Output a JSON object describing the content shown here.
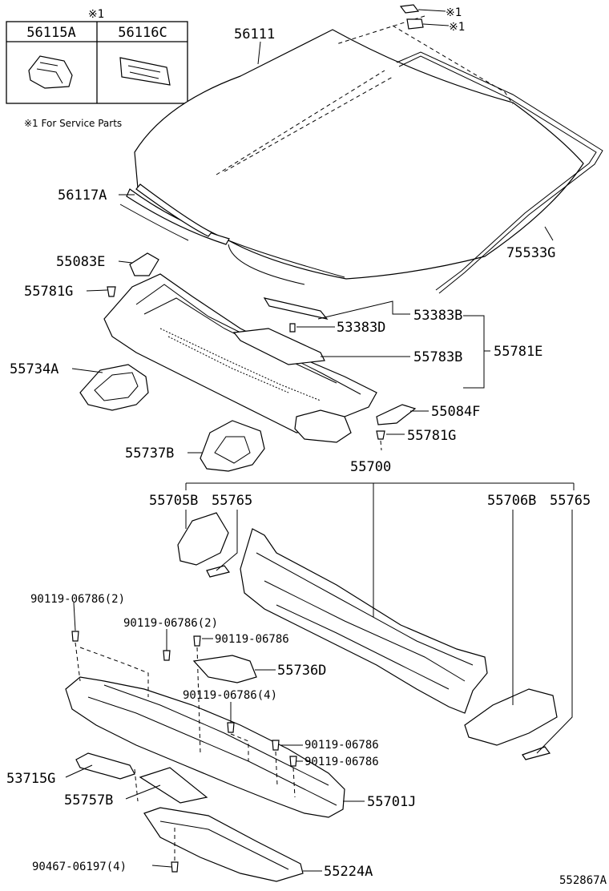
{
  "note_box": {
    "marker": "※1",
    "col1": "56115A",
    "col2": "56116C",
    "footnote": "※1 For Service Parts"
  },
  "labels": {
    "p56111": "56111",
    "p56117A": "56117A",
    "p75533G": "75533G",
    "p55083E": "55083E",
    "p55781G_top": "55781G",
    "p53383B": "53383B",
    "p53383D": "53383D",
    "p55783B": "55783B",
    "p55781E": "55781E",
    "p55734A": "55734A",
    "p55084F": "55084F",
    "p55781G_bot": "55781G",
    "p55737B": "55737B",
    "p55700": "55700",
    "p55705B": "55705B",
    "p55765_left": "55765",
    "p55706B": "55706B",
    "p55765_right": "55765",
    "b1": "90119-06786(2)",
    "b2": "90119-06786(2)",
    "b3": "90119-06786",
    "p55736D": "55736D",
    "b4": "90119-06786(4)",
    "b5": "90119-06786",
    "b6": "90119-06786",
    "p53715G": "53715G",
    "p55757B": "55757B",
    "p55701J": "55701J",
    "b7": "90467-06197(4)",
    "p55224A": "55224A",
    "clip1_mark": "※1",
    "clip2_mark": "※1"
  },
  "diagram_id": "552867A"
}
